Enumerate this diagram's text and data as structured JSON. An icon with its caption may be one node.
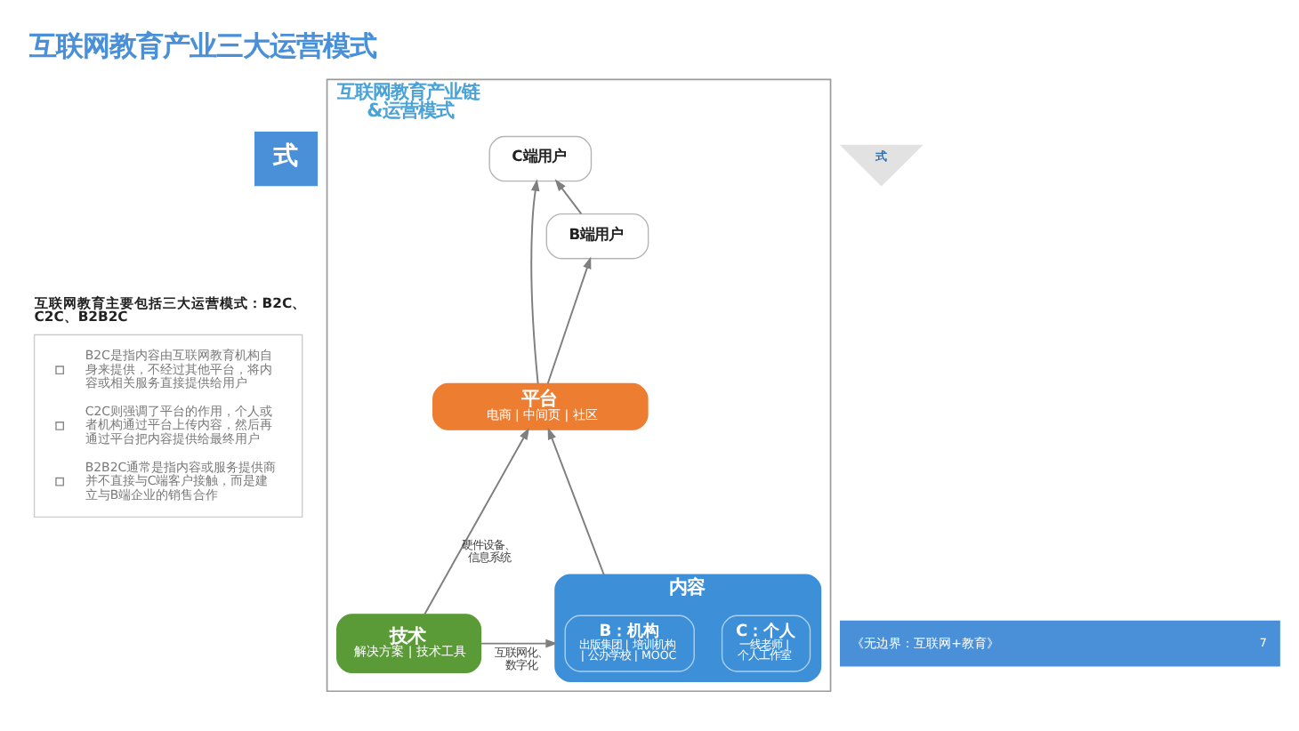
{
  "diagram": {
    "title": "互联网教育产业三大运营模式",
    "nodes": [
      {
        "text": [
          "式"
        ]
      },
      {
        "text": [
          "式"
        ]
      },
      {
        "text": [
          "互联网教育主要包括三大运营模式：B2C、C2C、B2B2C",
          "B2C是指内容由互联网教育机构自身来提供，不经过其他平台，将内容或相关服务直接提供给用户",
          "C2C则强调了平台的作用，个人或者机构通过平台上传内容，然后再通过平台把内容提供给最终用户",
          "B2B2C通常是指内容或服务提供商并不直接与C端客户接触，而是建立与B端企业的销售合作"
        ]
      },
      {
        "text": [
          "互联网教育产业链&运营模式"
        ]
      },
      {
        "text": [
          "C端用户"
        ],
        "in": 3
      },
      {
        "text": [
          "B端用户"
        ],
        "in": 3
      },
      {
        "text": [
          "平台",
          "电商 | 中间页 | 社区"
        ],
        "in": 3
      },
      {
        "text": [
          "技术",
          "解决方案 | 技术工具"
        ],
        "in": 3
      },
      {
        "text": [
          "内容"
        ],
        "in": 3
      },
      {
        "text": [
          "B：机构",
          "出版集团 | 培训机构 | 公办学校 | MOOC"
        ],
        "in": 8
      },
      {
        "text": [
          "C：个人",
          "一线老师 | 个人工作室"
        ],
        "in": 8
      },
      {
        "text": [
          "《无边界：互联网+教育》",
          "7"
        ]
      }
    ],
    "edges": [
      {
        "from": 5,
        "to": 4,
        "arrow": "to"
      },
      {
        "from": 6,
        "to": 5,
        "arrow": "to"
      },
      {
        "from": 6,
        "to": 4,
        "arrow": "to"
      },
      {
        "from": 7,
        "to": 6,
        "arrow": "to",
        "label": "硬件设备、信息系统"
      },
      {
        "from": 7,
        "to": 8,
        "arrow": "to",
        "label": "互联网化、数字化"
      },
      {
        "from": 8,
        "to": 6,
        "arrow": "to"
      }
    ]
  }
}
